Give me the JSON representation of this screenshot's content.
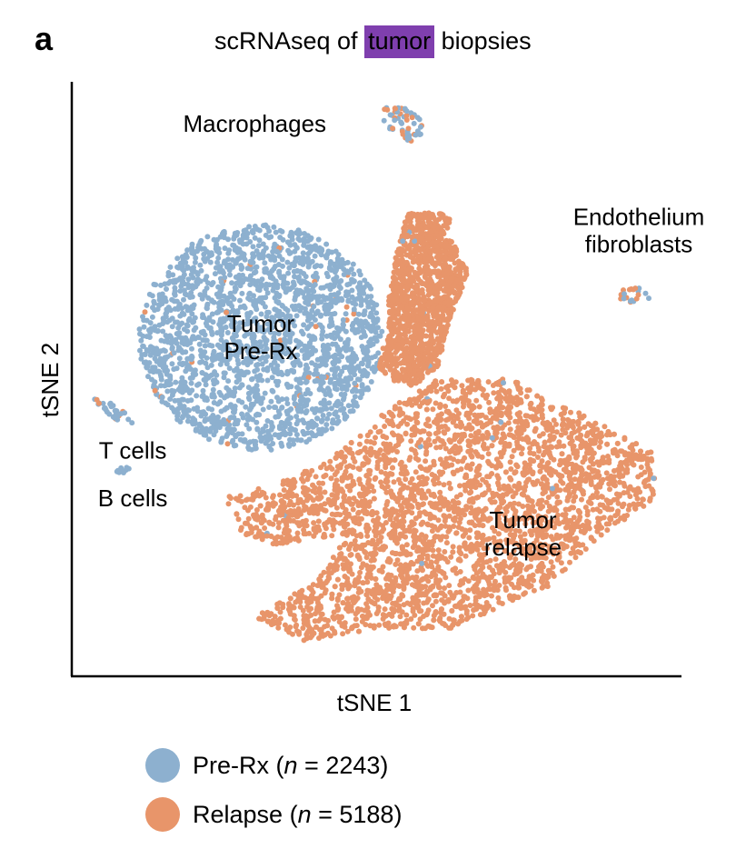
{
  "panel_label": "a",
  "title": {
    "before": "scRNAseq of ",
    "highlight": "tumor",
    "after": " biopsies",
    "highlight_color": "#7f3fae"
  },
  "chart_data": {
    "type": "scatter",
    "title": "scRNAseq of tumor biopsies",
    "xlabel": "tSNE 1",
    "ylabel": "tSNE 2",
    "xlim": [
      0,
      100
    ],
    "ylim": [
      0,
      100
    ],
    "axis_ticks": false,
    "grid": false,
    "legend_position": "bottom-left",
    "series": [
      {
        "name": "Pre-Rx",
        "n_prefix": "n",
        "n_value": "2243",
        "color": "#8db0cf"
      },
      {
        "name": "Relapse",
        "n_prefix": "n",
        "n_value": "5188",
        "color": "#e8956a"
      }
    ],
    "cluster_labels": [
      {
        "lines": [
          "Macrophages"
        ],
        "x": 30,
        "y": 93
      },
      {
        "lines": [
          "Endothelium",
          "fibroblasts"
        ],
        "x": 93,
        "y": 75
      },
      {
        "lines": [
          "Tumor",
          "Pre-Rx"
        ],
        "x": 31,
        "y": 57
      },
      {
        "lines": [
          "T cells"
        ],
        "x": 10,
        "y": 38
      },
      {
        "lines": [
          "B cells"
        ],
        "x": 10,
        "y": 30
      },
      {
        "lines": [
          "Tumor",
          "relapse"
        ],
        "x": 74,
        "y": 24
      }
    ],
    "clusters": [
      {
        "name": "Macrophages",
        "series": "Pre-Rx",
        "shape": "ellipse",
        "cx": 54.5,
        "cy": 93,
        "rx": 4,
        "ry": 2.5,
        "rot": -35,
        "n": 55,
        "mix": 0.35
      },
      {
        "name": "Endothelium/fibroblasts",
        "series": "Pre-Rx",
        "shape": "ellipse",
        "cx": 92.5,
        "cy": 64,
        "rx": 3.5,
        "ry": 1.3,
        "rot": 0,
        "n": 20,
        "mix": 0.5
      },
      {
        "name": "T cells",
        "series": "Pre-Rx",
        "shape": "ellipse",
        "cx": 7,
        "cy": 44.5,
        "rx": 4,
        "ry": 0.9,
        "rot": -35,
        "n": 30,
        "mix": 0.2
      },
      {
        "name": "B cells",
        "series": "Pre-Rx",
        "shape": "ellipse",
        "cx": 8,
        "cy": 35,
        "rx": 1.5,
        "ry": 0.8,
        "rot": 0,
        "n": 10,
        "mix": 0
      },
      {
        "name": "Tumor Pre-Rx",
        "series": "Pre-Rx",
        "shape": "ellipse",
        "cx": 31,
        "cy": 57,
        "rx": 20,
        "ry": 19,
        "rot": 0,
        "n": 2100,
        "mix": 0.01
      },
      {
        "name": "Tumor relapse (upper lobe)",
        "series": "Relapse",
        "shape": "polygon",
        "n": 1300,
        "mix": 0.005,
        "polygon": [
          [
            53,
            70
          ],
          [
            55,
            78
          ],
          [
            62,
            78
          ],
          [
            62,
            74
          ],
          [
            65,
            68
          ],
          [
            62,
            60
          ],
          [
            60,
            52
          ],
          [
            55,
            48
          ],
          [
            50,
            52
          ],
          [
            52,
            58
          ],
          [
            52,
            64
          ]
        ]
      },
      {
        "name": "Tumor relapse (main body)",
        "series": "Relapse",
        "shape": "polygon",
        "n": 3900,
        "mix": 0.004,
        "polygon": [
          [
            25,
            30
          ],
          [
            35,
            33
          ],
          [
            44,
            38
          ],
          [
            52,
            45
          ],
          [
            60,
            50
          ],
          [
            72,
            50
          ],
          [
            82,
            45
          ],
          [
            95,
            38
          ],
          [
            96,
            30
          ],
          [
            85,
            22
          ],
          [
            78,
            15
          ],
          [
            62,
            8
          ],
          [
            50,
            8
          ],
          [
            38,
            6
          ],
          [
            30,
            10
          ],
          [
            40,
            16
          ],
          [
            45,
            24
          ],
          [
            33,
            22
          ],
          [
            28,
            24
          ]
        ]
      }
    ]
  }
}
